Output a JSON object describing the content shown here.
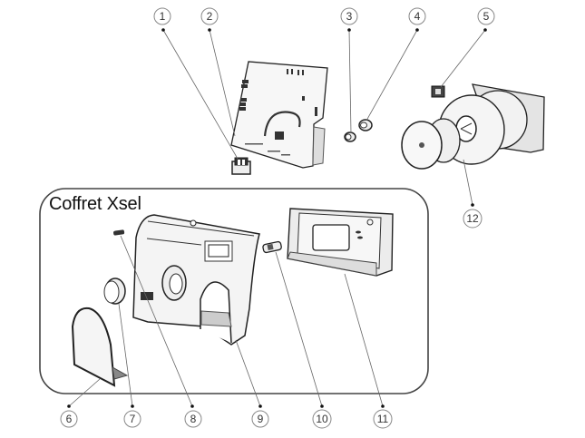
{
  "diagram": {
    "type": "exploded-parts-view",
    "group_box": {
      "title": "Coffret Xsel"
    },
    "callouts": [
      {
        "number": "1",
        "part": "connector"
      },
      {
        "number": "2",
        "part": "circuit-board"
      },
      {
        "number": "3",
        "part": "small-button"
      },
      {
        "number": "4",
        "part": "small-button"
      },
      {
        "number": "5",
        "part": "clip"
      },
      {
        "number": "6",
        "part": "front-cover"
      },
      {
        "number": "7",
        "part": "knob"
      },
      {
        "number": "8",
        "part": "screw"
      },
      {
        "number": "9",
        "part": "front-panel"
      },
      {
        "number": "10",
        "part": "hinge"
      },
      {
        "number": "11",
        "part": "housing-box"
      },
      {
        "number": "12",
        "part": "fan-assembly"
      }
    ],
    "colors": {
      "line": "#555555",
      "stroke": "#333333",
      "fill": "#f2f2f2",
      "shade": "#d8d8d8"
    }
  }
}
